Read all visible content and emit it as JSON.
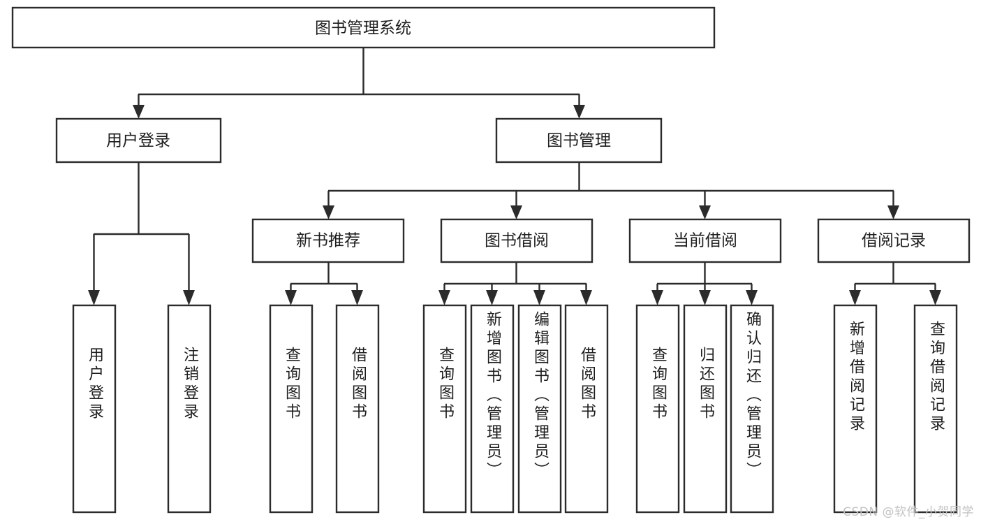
{
  "diagram": {
    "title": "图书管理系统",
    "type": "tree-hierarchy-chart",
    "watermark": "CSDN @软件_小贺同学",
    "colors": {
      "stroke": "#2b2b2b",
      "fill": "#ffffff",
      "text": "#1d1d1d",
      "watermark": "#c2c2c2"
    },
    "root": {
      "label": "图书管理系统"
    },
    "level2": [
      {
        "label": "用户登录"
      },
      {
        "label": "图书管理"
      }
    ],
    "level3": [
      {
        "label": "新书推荐"
      },
      {
        "label": "图书借阅"
      },
      {
        "label": "当前借阅"
      },
      {
        "label": "借阅记录"
      }
    ],
    "leaves": {
      "user_login": [
        {
          "label": "用户登录"
        },
        {
          "label": "注销登录"
        }
      ],
      "new_book_recommend": [
        {
          "label": "查询图书"
        },
        {
          "label": "借阅图书"
        }
      ],
      "book_borrow": [
        {
          "label": "查询图书"
        },
        {
          "label": "新增图书（管理员）"
        },
        {
          "label": "编辑图书（管理员）"
        },
        {
          "label": "借阅图书"
        }
      ],
      "current_borrow": [
        {
          "label": "查询图书"
        },
        {
          "label": "归还图书"
        },
        {
          "label": "确认归还（管理员）"
        }
      ],
      "borrow_record": [
        {
          "label": "新增借阅记录"
        },
        {
          "label": "查询借阅记录"
        }
      ]
    }
  }
}
